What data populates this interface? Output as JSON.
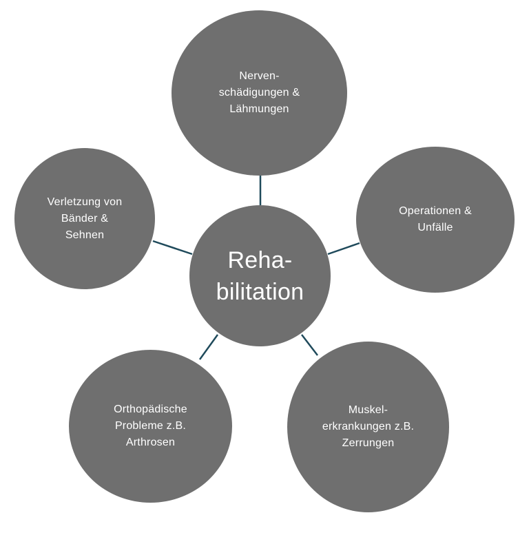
{
  "colors": {
    "node_fill": "#6f6f6f",
    "connector": "#1f4a5b",
    "text": "#ffffff",
    "background": "#ffffff"
  },
  "center": {
    "label": "Reha-\nbilitation"
  },
  "satellites": [
    {
      "id": "nerves",
      "label": "Nerven-\nschädigungen &\nLähmungen"
    },
    {
      "id": "operations",
      "label": "Operationen &\nUnfälle"
    },
    {
      "id": "muscle",
      "label": "Muskel-\nerkrankungen z.B.\nZerrungen"
    },
    {
      "id": "orthopedic",
      "label": "Orthopädische\nProbleme z.B.\nArthrosen"
    },
    {
      "id": "ligaments",
      "label": "Verletzung von\nBänder &\nSehnen"
    }
  ]
}
